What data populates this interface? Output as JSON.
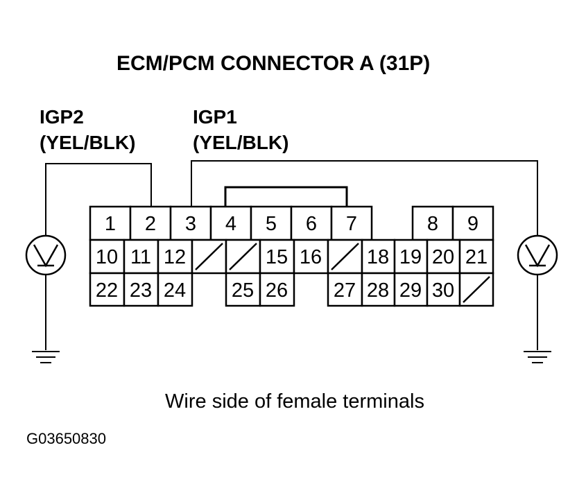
{
  "title": "ECM/PCM CONNECTOR A (31P)",
  "left_probe": {
    "name": "IGP2",
    "wire": "(YEL/BLK)"
  },
  "right_probe": {
    "name": "IGP1",
    "wire": "(YEL/BLK)"
  },
  "pins": {
    "row1": [
      "1",
      "2",
      "3",
      "4",
      "5",
      "6",
      "7",
      "8",
      "9"
    ],
    "row2": [
      "10",
      "11",
      "12",
      "15",
      "16",
      "18",
      "19",
      "20",
      "21"
    ],
    "row3": [
      "22",
      "23",
      "24",
      "25",
      "26",
      "27",
      "28",
      "29",
      "30"
    ]
  },
  "caption": "Wire side of female terminals",
  "figure_id": "G03650830"
}
